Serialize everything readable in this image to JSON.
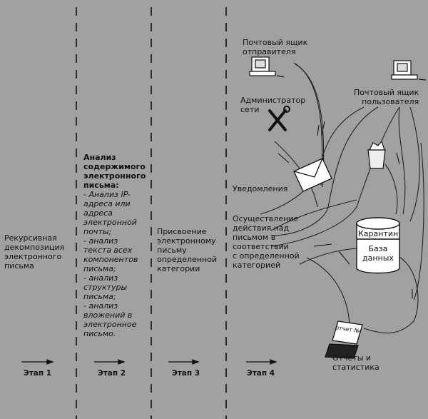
{
  "colors": {
    "background": "#a1a1a1",
    "ink": "#111111"
  },
  "stages": [
    {
      "label": "Этап 1",
      "text": "Рекурсивная\nдекомпозиция\nэлектронного\nписьма"
    },
    {
      "label": "Этап 2",
      "title": "Анализ\nсодержимого\nэлектронного\nписьма:",
      "text": "- Анализ IP-\nадреса или\nадреса\nэлектронной\nпочты;\n- анализ\nтекста всех\nкомпонентов\nписьма;\n- анализ\nструктуры\nписьма;\n- анализ\nвложений в\nэлектронное\nписьмо."
    },
    {
      "label": "Этап 3",
      "text": "Присвоение\nэлектронному\nписьму\nопределенной\nкатегории"
    },
    {
      "label": "Этап 4",
      "text": "Осуществление\nдействия над\nписьмом в\nсоответствии\nс определенной\nкатегорией"
    }
  ],
  "nodes": {
    "sender_mailbox": "Почтовый ящик\nотправителя",
    "user_mailbox": "Почтовый ящик\nпользователя",
    "admin": "Администратор\nсети",
    "notifications": "Уведомления",
    "quarantine": "Карантин",
    "database": "База\nданных",
    "report_label": "отчет №",
    "reports": "Отчеты и\nстатистика"
  },
  "icons": [
    "computer-icon",
    "tools-icon",
    "envelope-icon",
    "trash-bin-icon",
    "database-cylinder-icon",
    "report-icon",
    "arrow-icon"
  ]
}
